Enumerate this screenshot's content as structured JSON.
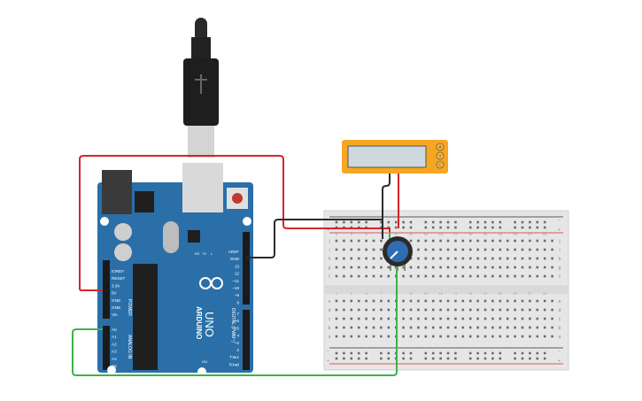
{
  "board": {
    "brand": "ARDUINO",
    "model": "UNO",
    "power_header_label": "POWER",
    "analog_header_label": "ANALOG IN",
    "digital_header_label": "DIGITAL (PWM~)",
    "power_pins": [
      "IOREF",
      "RESET",
      "3.3V",
      "5V",
      "GND",
      "GND",
      "Vin"
    ],
    "analog_pins": [
      "A0",
      "A1",
      "A2",
      "A3",
      "A4",
      "A5"
    ],
    "digital_top_pins": [
      "AREF",
      "GND",
      "13",
      "12",
      "~11",
      "~10",
      "~9",
      "8"
    ],
    "digital_bottom_pins": [
      "7",
      "~6",
      "~5",
      "4",
      "~3",
      "2",
      "TX▸1",
      "RX◂0"
    ],
    "small_labels": [
      "RX",
      "TX",
      "L"
    ],
    "on_label": "ON"
  },
  "multimeter": {
    "terminals": [
      "A",
      "V",
      "C"
    ]
  },
  "breadboard": {
    "row_letters_top": [
      "j",
      "i",
      "h",
      "g",
      "f"
    ],
    "row_letters_bottom": [
      "e",
      "d",
      "c",
      "b",
      "a"
    ],
    "column_numbers": [
      "1",
      "3",
      "5",
      "7",
      "9",
      "11",
      "13",
      "15",
      "17",
      "19",
      "21",
      "23",
      "25",
      "27",
      "29"
    ],
    "rail_minus": "−",
    "rail_plus": "+"
  },
  "wires": {
    "red": "#d6252b",
    "black": "#2b2b2b",
    "green": "#3bb34a"
  },
  "colors": {
    "board_blue": "#2a6fa8",
    "multimeter_orange": "#f5a623",
    "breadboard_bg": "#e6e6e6",
    "pot_blue": "#2f6db3"
  }
}
